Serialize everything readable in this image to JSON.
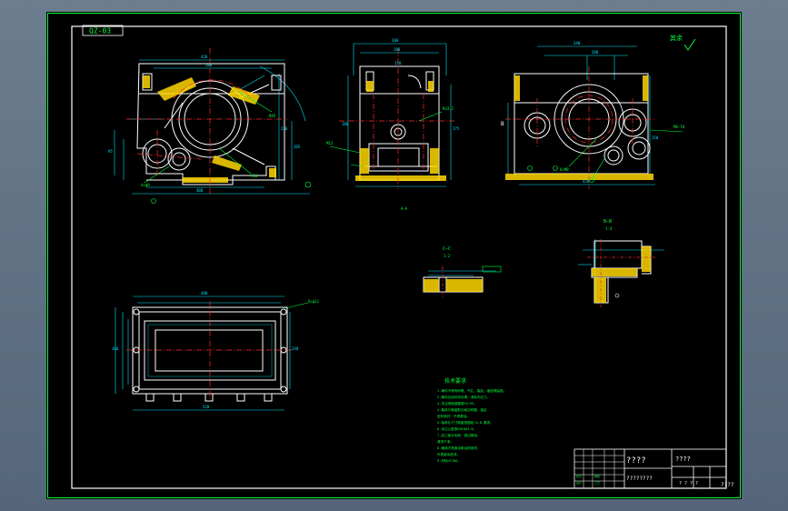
{
  "drawing": {
    "code": "QZ-03",
    "section_main": "A—A",
    "section_c": {
      "title": "C—C",
      "scale": "1:2"
    },
    "section_b": {
      "title": "B—B",
      "scale": "1:4"
    },
    "tech_title": "技术要求",
    "notes": [
      "1.铸件不得有砂眼、气孔、裂纹、缩松等缺陷。",
      "2.铸件应经时效处理，消除内应力。",
      "3.未注明铸造圆角R3~R5。",
      "4.箱体与箱盖配合面应研磨，保证",
      "   密封良好，不得漏油。",
      "5.轴承孔尺寸精度按图纸 B—B 要求。",
      "6.未注公差按GB1804-M。",
      "7.加工面去毛刺、锐边倒钝。",
      "   清洗干净。",
      "8.箱体内表面涂耐油防锈漆，",
      "   外表面涂底漆。",
      "9.材料HT200。"
    ],
    "roughness_note": "其余",
    "title_block": {
      "part_name": "????",
      "drawing_no": "????????",
      "company": "????",
      "outside_tag": "????"
    }
  },
  "colors": {
    "background": "#000000",
    "outline": "#ffffff",
    "dimension": "#00e6ff",
    "centerline": "#ff2a2a",
    "annotation": "#00ff3c",
    "hatch": "#ffd700",
    "border": "#00ff3c"
  }
}
